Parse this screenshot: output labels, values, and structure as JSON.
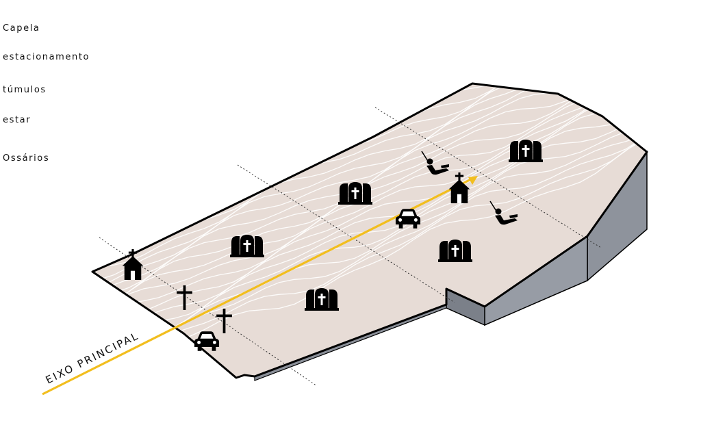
{
  "legend": {
    "items": [
      {
        "key": "chapel",
        "label": "Capela",
        "icon": "chapel-icon"
      },
      {
        "key": "parking",
        "label": "estacionamento",
        "icon": "car-icon"
      },
      {
        "key": "graves",
        "label": "túmulos",
        "icon": "tombstone-icon"
      },
      {
        "key": "rest",
        "label": "estar",
        "icon": "swing-icon"
      },
      {
        "key": "ossuaries",
        "label": "Ossários",
        "icon": "cross-icon"
      }
    ]
  },
  "axis": {
    "label": "EIXO PRINCIPAL",
    "color": "#F2BE1E"
  },
  "colors": {
    "terrain_top": "#E7DCD6",
    "terrain_side": "#8E939C",
    "terrain_side_dark": "#7B8089",
    "outline": "#000000",
    "contour": "#FFFFFF",
    "icon": "#000000"
  }
}
